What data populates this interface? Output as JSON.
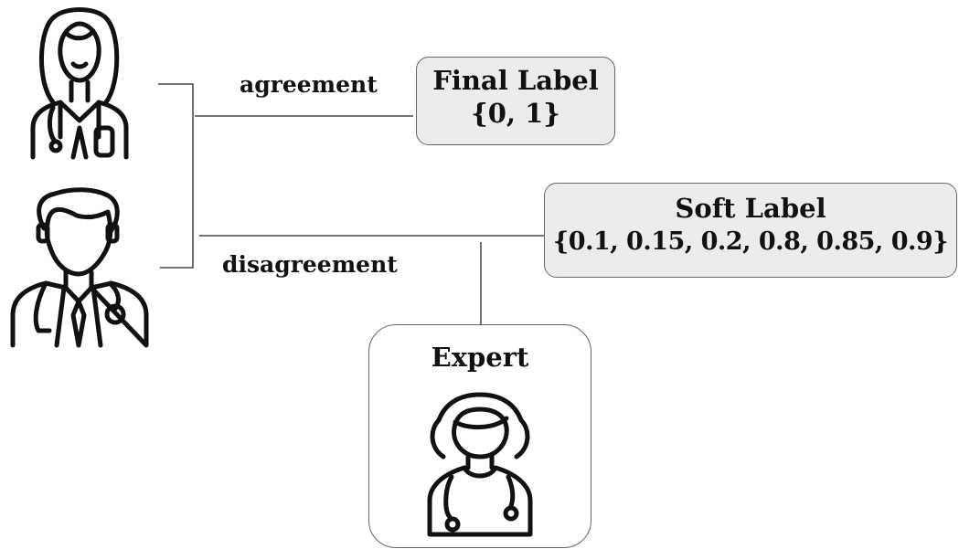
{
  "edges": {
    "agreement": "agreement",
    "disagreement": "disagreement"
  },
  "final_label": {
    "title": "Final Label",
    "values": "{0, 1}"
  },
  "soft_label": {
    "title": "Soft Label",
    "values": "{0.1, 0.15, 0.2, 0.8, 0.85, 0.9}"
  },
  "expert": {
    "title": "Expert"
  },
  "icons": [
    "female-doctor-icon",
    "male-doctor-icon",
    "expert-female-doctor-icon"
  ]
}
